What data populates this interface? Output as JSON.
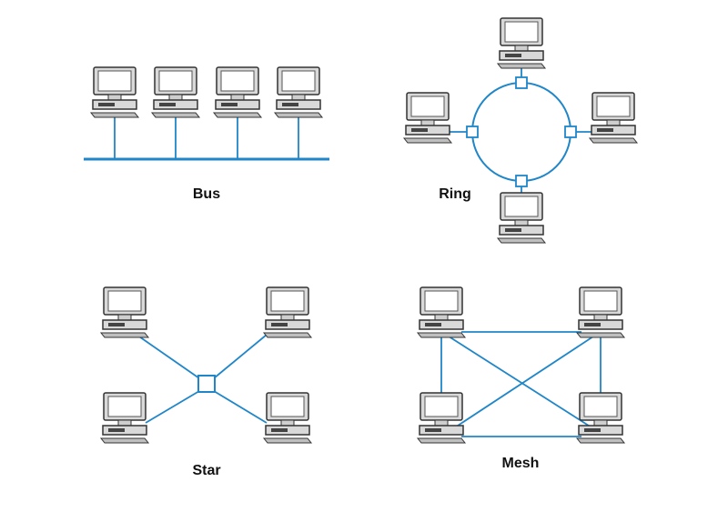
{
  "labels": {
    "bus": "Bus",
    "ring": "Ring",
    "star": "Star",
    "mesh": "Mesh"
  },
  "icons": {
    "node": "desktop-computer-icon",
    "connector": "connector-box"
  },
  "colors": {
    "link": "#1f86c9",
    "computer_body": "#d9d9d9",
    "computer_outline": "#333333",
    "label": "#111111"
  },
  "topologies": {
    "bus": {
      "nodes": 4,
      "links": "shared-backbone"
    },
    "ring": {
      "nodes": 4,
      "connectors": 4
    },
    "star": {
      "nodes": 4,
      "hub": 1
    },
    "mesh": {
      "nodes": 4,
      "links": 6
    }
  }
}
